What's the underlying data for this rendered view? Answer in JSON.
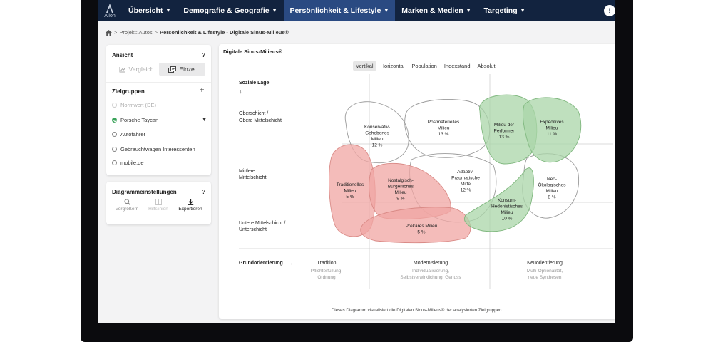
{
  "brand": {
    "logo_text": "Allon"
  },
  "nav": {
    "items": [
      {
        "label": "Übersicht",
        "active": false
      },
      {
        "label": "Demografie & Geografie",
        "active": false
      },
      {
        "label": "Persönlichkeit & Lifestyle",
        "active": true
      },
      {
        "label": "Marken & Medien",
        "active": false
      },
      {
        "label": "Targeting",
        "active": false
      }
    ],
    "info_glyph": "!"
  },
  "breadcrumb": {
    "items": [
      "Projekt: Autos",
      "Persönlichkeit & Lifestyle - Digitale Sinus-Milieus®"
    ]
  },
  "ansicht": {
    "title": "Ansicht",
    "help": "?",
    "vergleich": "Vergleich",
    "einzel": "Einzel"
  },
  "zielgruppen": {
    "title": "Zielgruppen",
    "add": "+",
    "items": [
      {
        "label": "Normwert (DE)",
        "state": "disabled"
      },
      {
        "label": "Porsche Taycan",
        "state": "checked"
      },
      {
        "label": "Autofahrer",
        "state": "unchecked"
      },
      {
        "label": "Gebrauchtwagen Interessenten",
        "state": "unchecked"
      },
      {
        "label": "mobile.de",
        "state": "unchecked"
      }
    ]
  },
  "diagramm": {
    "title": "Diagrammeinstellungen",
    "help": "?",
    "tools": [
      "Vergrößern",
      "Hilfslinien",
      "Exportieren"
    ]
  },
  "chart": {
    "title": "Digitale Sinus-Milieus®",
    "tabs": [
      "Vertikal",
      "Horizontal",
      "Population",
      "Indexstand",
      "Absolut"
    ],
    "active_tab": "Vertikal",
    "y_axis_title": "Soziale Lage",
    "y_arrow": "↓",
    "rows": [
      {
        "line1": "Oberschicht /",
        "line2": "Obere Mittelschicht"
      },
      {
        "line1": "Mittlere",
        "line2": "Mittelschicht"
      },
      {
        "line1": "Untere Mittelschicht /",
        "line2": "Unterschicht"
      }
    ],
    "x_axis_title": "Grundorientierung",
    "x_arrow": "→",
    "columns": [
      {
        "title": "Tradition",
        "sub1": "Pflichterfüllung,",
        "sub2": "Ordnung"
      },
      {
        "title": "Modernisierung",
        "sub1": "Individualisierung,",
        "sub2": "Selbstverwirklichung, Genuss"
      },
      {
        "title": "Neuorientierung",
        "sub1": "Multi-Optionalität,",
        "sub2": "neue Synthesen"
      }
    ],
    "caption": "Dieses Diagramm visualisiert die Digitalen Sinus-Milieus® der analysierten Zielgruppen.",
    "colors": {
      "red": "#f0a6a3",
      "red_stroke": "#d98a86",
      "green": "#a9d5a8",
      "green_stroke": "#7fb77e",
      "grey_stroke": "#9a9a9a"
    }
  },
  "chart_data": {
    "type": "bubble-map",
    "milieus": [
      {
        "name": "Konservativ-Gehobenes Milieu",
        "label_lines": [
          "Konservativ-",
          "Gehobenes",
          "Milieu"
        ],
        "value": "12 %",
        "category": "neutral"
      },
      {
        "name": "Postmaterielles Milieu",
        "label_lines": [
          "Postmaterielles",
          "Milieu"
        ],
        "value": "13 %",
        "category": "neutral"
      },
      {
        "name": "Milieu der Performer",
        "label_lines": [
          "Milieu der",
          "Performer"
        ],
        "value": "13 %",
        "category": "over"
      },
      {
        "name": "Expeditives Milieu",
        "label_lines": [
          "Expeditives",
          "Milieu"
        ],
        "value": "11 %",
        "category": "over"
      },
      {
        "name": "Traditionelles Milieu",
        "label_lines": [
          "Traditionelles",
          "Milieu"
        ],
        "value": "5 %",
        "category": "under"
      },
      {
        "name": "Nostalgisch-Bürgerliches Milieu",
        "label_lines": [
          "Nostalgisch-",
          "Bürgerliches",
          "Milieu"
        ],
        "value": "9 %",
        "category": "under"
      },
      {
        "name": "Adaptiv-Pragmatische Mitte",
        "label_lines": [
          "Adaptiv-",
          "Pragmatische",
          "Mitte"
        ],
        "value": "12 %",
        "category": "neutral"
      },
      {
        "name": "Neo-Ökologisches Milieu",
        "label_lines": [
          "Neo-",
          "Ökologisches",
          "Milieu"
        ],
        "value": "8 %",
        "category": "neutral"
      },
      {
        "name": "Konsum-Hedonistisches Milieu",
        "label_lines": [
          "Konsum-",
          "Hedonistisches",
          "Milieu"
        ],
        "value": "10 %",
        "category": "over"
      },
      {
        "name": "Prekäres Milieu",
        "label_lines": [
          "Prekäres Milieu"
        ],
        "value": "5 %",
        "category": "under"
      }
    ]
  }
}
